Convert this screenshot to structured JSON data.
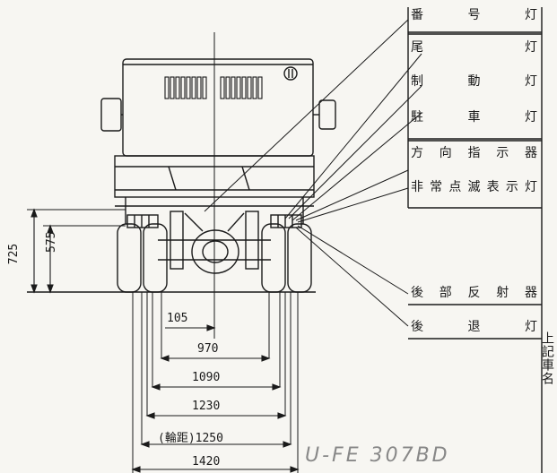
{
  "labels": {
    "license_lamp": "番号灯",
    "tail_lamp": "尾灯",
    "brake_lamp": "制動灯",
    "parking_lamp": "駐車灯",
    "turn_signal": "方向指示器",
    "hazard_lamp": "非常点滅表示灯",
    "rear_reflector": "後部反射器",
    "reverse_lamp": "後退灯"
  },
  "dims": {
    "h725": "725",
    "h575": "575",
    "w105": "105",
    "w970": "970",
    "w1090": "1090",
    "w1230": "1230",
    "w1250": "(輪距)1250",
    "w1420": "1420"
  },
  "side_text": "上記車名",
  "model_code": "U-FE 307BD",
  "colors": {
    "ink": "#1a1a1a",
    "paper": "#f7f6f2",
    "pencil": "#888888"
  }
}
